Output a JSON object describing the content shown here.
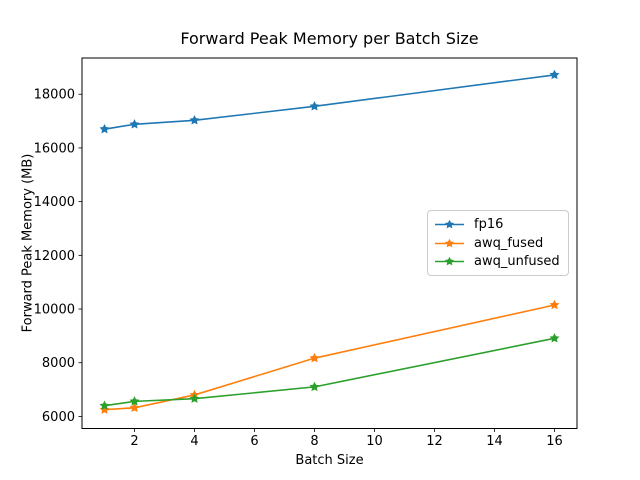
{
  "chart_data": {
    "type": "line",
    "title": "Forward Peak Memory per Batch Size",
    "xlabel": "Batch Size",
    "ylabel": "Forward Peak Memory (MB)",
    "x": [
      1,
      2,
      4,
      8,
      16
    ],
    "series": [
      {
        "name": "fp16",
        "color": "#1f77b4",
        "marker": "star",
        "values": [
          16700,
          16880,
          17030,
          17550,
          18720
        ]
      },
      {
        "name": "awq_fused",
        "color": "#ff7f0e",
        "marker": "star",
        "values": [
          6250,
          6320,
          6800,
          8170,
          10150
        ]
      },
      {
        "name": "awq_unfused",
        "color": "#2ca02c",
        "marker": "star",
        "values": [
          6400,
          6560,
          6660,
          7100,
          8910
        ]
      }
    ],
    "xticks": [
      2,
      4,
      6,
      8,
      10,
      12,
      14,
      16
    ],
    "yticks": [
      6000,
      8000,
      10000,
      12000,
      14000,
      16000,
      18000
    ],
    "xlim": [
      0.25,
      16.75
    ],
    "ylim": [
      5550,
      19350
    ],
    "grid": false,
    "legend": {
      "position": "center right",
      "entries": [
        "fp16",
        "awq_fused",
        "awq_unfused"
      ]
    },
    "axis_color": "#000000",
    "background_color": "#ffffff"
  }
}
